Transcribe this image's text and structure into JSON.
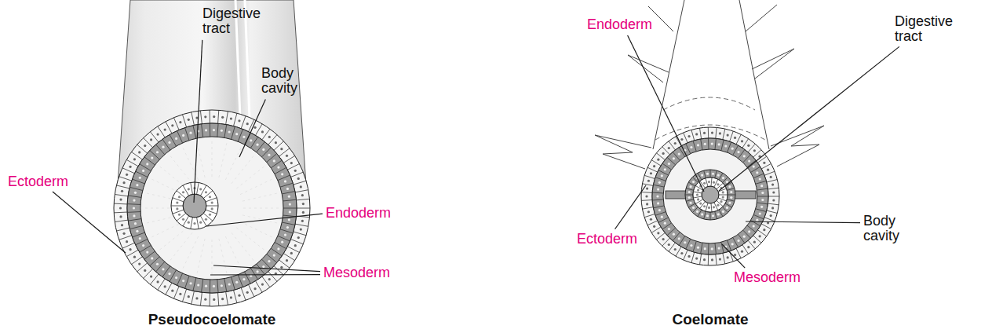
{
  "diagram": {
    "labels": [
      "Digestive tract",
      "Body cavity",
      "Endoderm",
      "Ectoderm",
      "Mesoderm",
      "Pseudocoelomate",
      "Endoderm",
      "Digestive tract",
      "Body cavity",
      "Ectoderm",
      "Mesoderm",
      "Coelomate"
    ]
  }
}
